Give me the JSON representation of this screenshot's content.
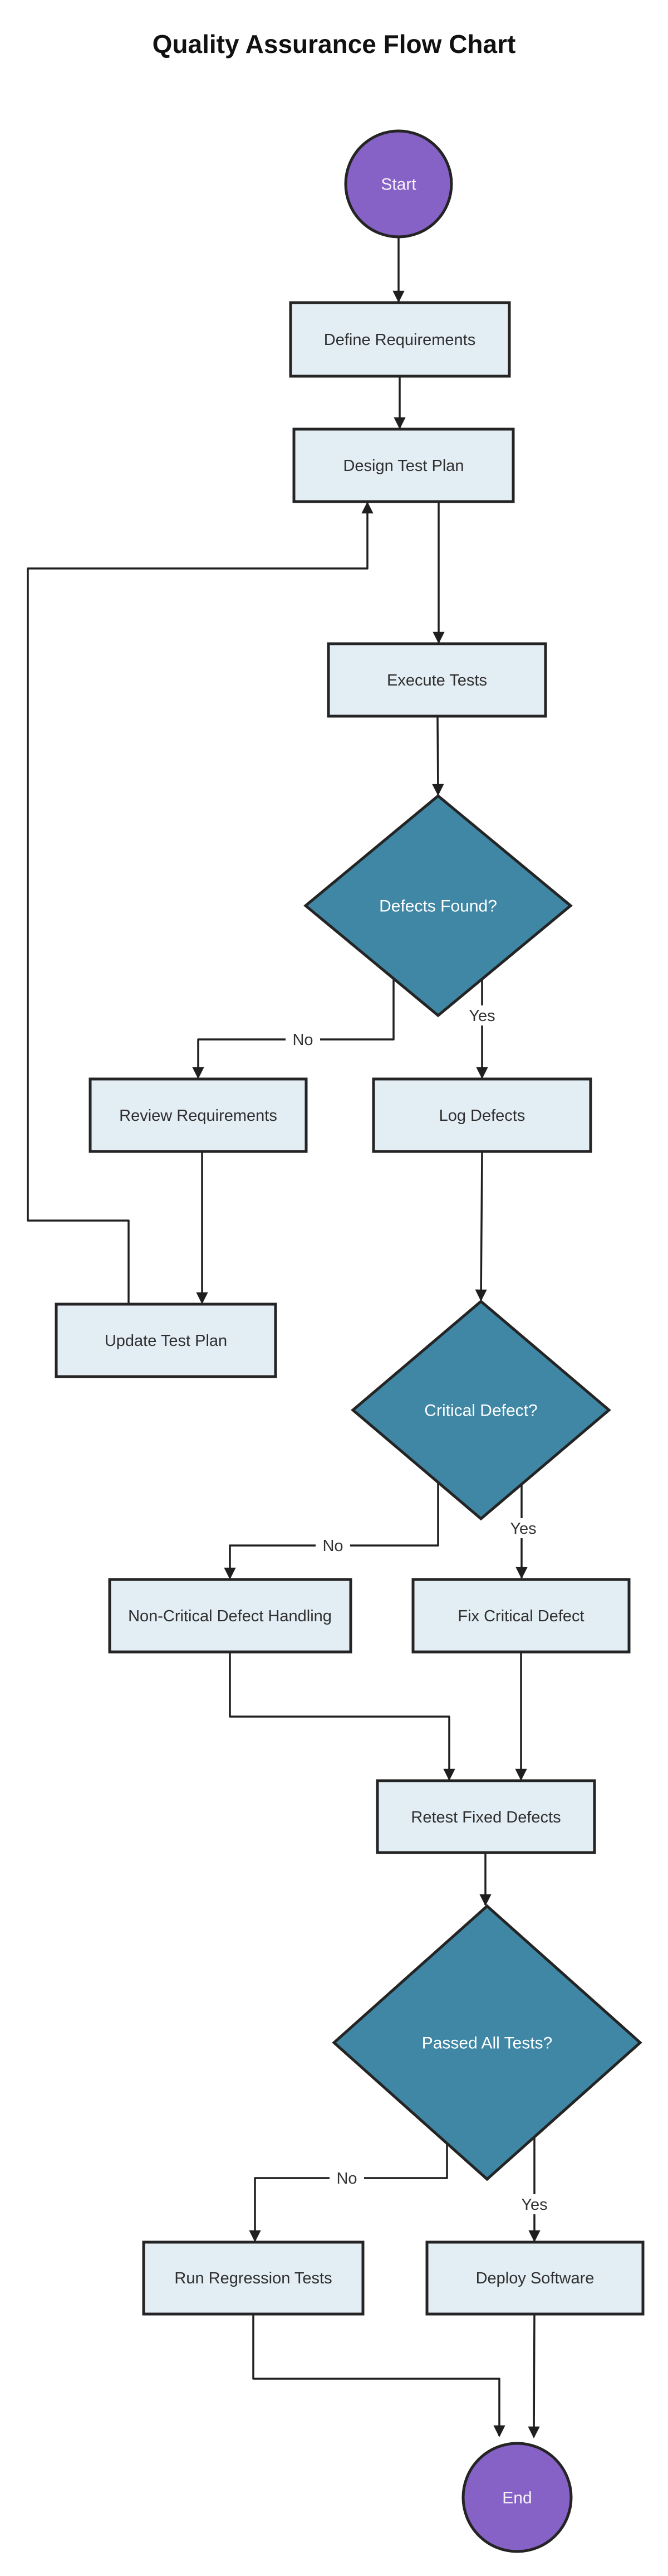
{
  "title": "Quality Assurance Flow Chart",
  "colors": {
    "background": "#ffffff",
    "process_fill": "#e3edf4",
    "decision_fill": "#3f87a5",
    "terminal_fill": "#8661c6",
    "node_border": "#242424",
    "edge_color": "#1f1f1f",
    "node_text": "#2f2f2f",
    "decision_text": "#ffffff",
    "edge_label_text": "#333333"
  },
  "nodes": {
    "start": {
      "label": "Start",
      "type": "terminal"
    },
    "define_requirements": {
      "label": "Define Requirements",
      "type": "process"
    },
    "design_test_plan": {
      "label": "Design Test Plan",
      "type": "process"
    },
    "execute_tests": {
      "label": "Execute Tests",
      "type": "process"
    },
    "defects_found": {
      "label": "Defects Found?",
      "type": "decision"
    },
    "review_requirements": {
      "label": "Review Requirements",
      "type": "process"
    },
    "log_defects": {
      "label": "Log Defects",
      "type": "process"
    },
    "update_test_plan": {
      "label": "Update Test Plan",
      "type": "process"
    },
    "critical_defect": {
      "label": "Critical Defect?",
      "type": "decision"
    },
    "non_critical_handling": {
      "label": "Non-Critical Defect Handling",
      "type": "process"
    },
    "fix_critical_defect": {
      "label": "Fix Critical Defect",
      "type": "process"
    },
    "retest_fixed_defects": {
      "label": "Retest Fixed Defects",
      "type": "process"
    },
    "passed_all_tests": {
      "label": "Passed All Tests?",
      "type": "decision"
    },
    "run_regression_tests": {
      "label": "Run Regression Tests",
      "type": "process"
    },
    "deploy_software": {
      "label": "Deploy Software",
      "type": "process"
    },
    "end": {
      "label": "End",
      "type": "terminal"
    }
  },
  "edges": {
    "defects_no": {
      "label": "No"
    },
    "defects_yes": {
      "label": "Yes"
    },
    "critical_no": {
      "label": "No"
    },
    "critical_yes": {
      "label": "Yes"
    },
    "passed_no": {
      "label": "No"
    },
    "passed_yes": {
      "label": "Yes"
    }
  }
}
